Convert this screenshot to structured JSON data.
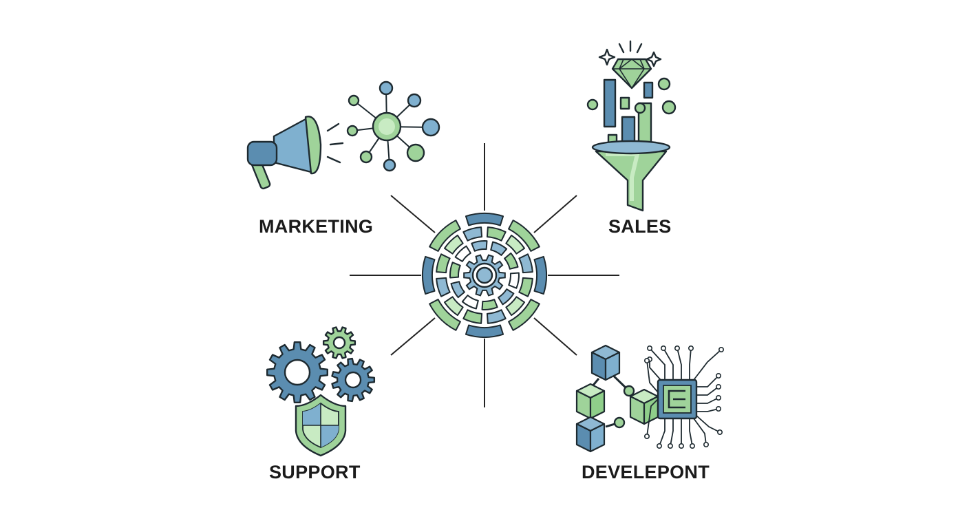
{
  "diagram": {
    "hub_icon": "concentric-gear-hub-icon",
    "nodes": [
      {
        "id": "marketing",
        "label": "MARKETING",
        "icons": [
          "megaphone-icon",
          "network-nodes-icon"
        ]
      },
      {
        "id": "sales",
        "label": "SALES",
        "icons": [
          "diamond-icon",
          "bar-chart-icon",
          "funnel-icon",
          "sparkle-icon"
        ]
      },
      {
        "id": "support",
        "label": "SUPPORT",
        "icons": [
          "gears-icon",
          "shield-icon"
        ]
      },
      {
        "id": "development",
        "label": "DEVELEPONT",
        "icons": [
          "cube-chain-icon",
          "microchip-icon"
        ]
      }
    ],
    "colors": {
      "outline": "#1e2a30",
      "blue": "#5b8db0",
      "light_blue": "#8fb9d3",
      "green": "#9fd39a",
      "light_green": "#c8ebc3",
      "line": "#222222"
    }
  }
}
